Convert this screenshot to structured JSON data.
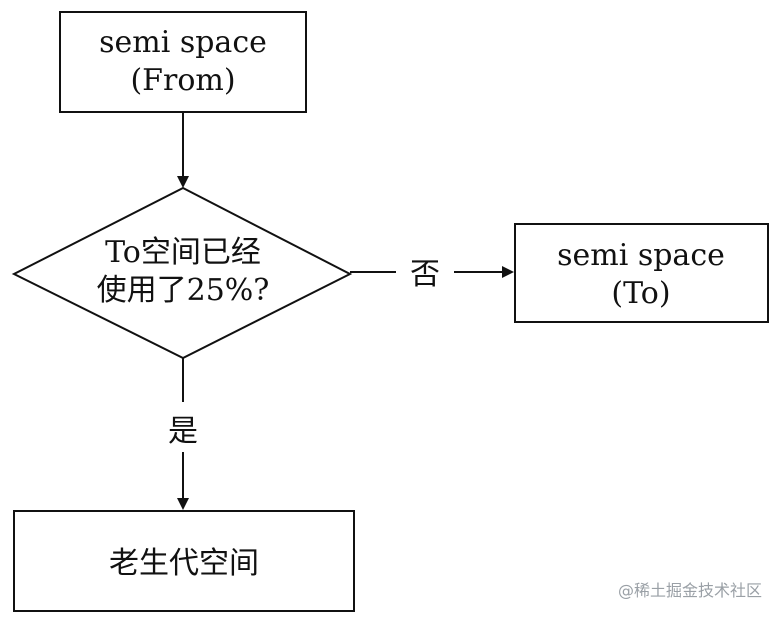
{
  "nodes": {
    "from_box": {
      "line1": "semi space",
      "line2": "(From)"
    },
    "decision": {
      "line1": "To空间已经",
      "line2": "使用了25%?"
    },
    "to_box": {
      "line1": "semi space",
      "line2": "(To)"
    },
    "old_gen_box": {
      "label": "老生代空间"
    }
  },
  "edges": {
    "no_label": "否",
    "yes_label": "是"
  },
  "watermark": "@稀土掘金技术社区"
}
